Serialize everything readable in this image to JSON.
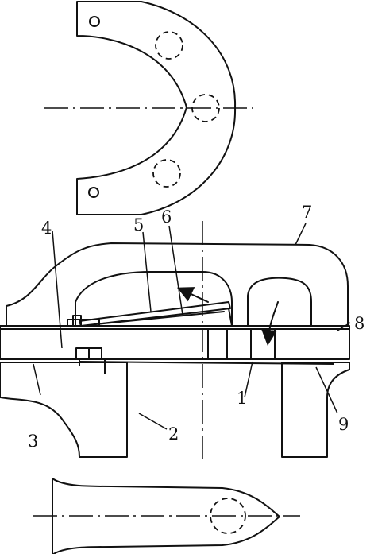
{
  "diagram": {
    "labels": {
      "l1": "1",
      "l2": "2",
      "l3": "3",
      "l4": "4",
      "l5": "5",
      "l6": "6",
      "l7": "7",
      "l8": "8",
      "l9": "9"
    }
  }
}
